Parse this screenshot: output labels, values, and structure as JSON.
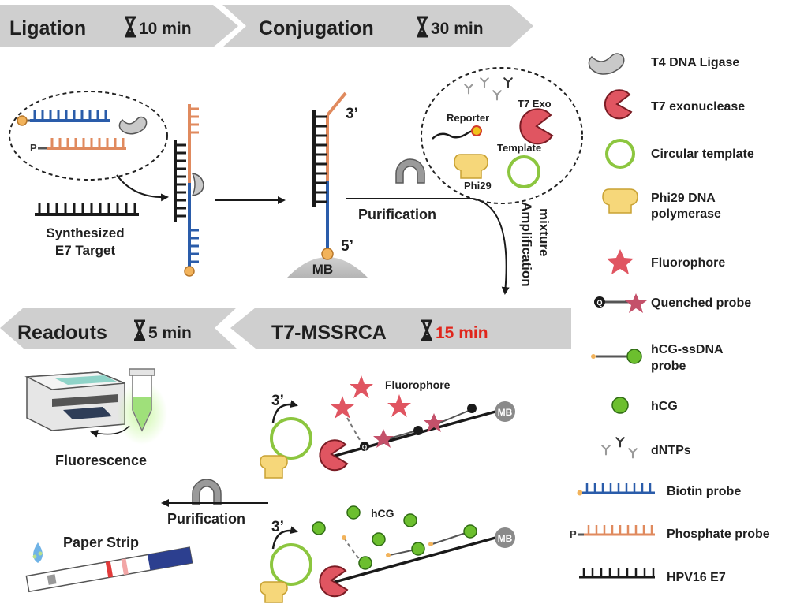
{
  "stages": {
    "ligation": {
      "label": "Ligation",
      "time": "10 min"
    },
    "conjugation": {
      "label": "Conjugation",
      "time": "30 min"
    },
    "readouts": {
      "label": "Readouts",
      "time": "5 min"
    },
    "t7mssrca": {
      "label": "T7-MSSRCA",
      "time": "15 min",
      "time_color": "#e0261c"
    }
  },
  "ligation_panel": {
    "target_line1": "Synthesized",
    "target_line2": "E7 Target",
    "phosphate_p": "P"
  },
  "conjugation_panel": {
    "three_prime": "3’",
    "five_prime": "5’",
    "mb": "MB",
    "purification": "Purification",
    "amplification_line1": "Amplification",
    "amplification_line2": "mixture"
  },
  "mixture": {
    "reporter": "Reporter",
    "t7exo": "T7 Exo",
    "template": "Template",
    "phi29": "Phi29"
  },
  "rca_panel": {
    "fluorophore_label": "Fluorophore",
    "hcg_label": "hCG",
    "three_prime_top": "3’",
    "three_prime_bottom": "3’",
    "mb_top": "MB",
    "mb_bottom": "MB",
    "q": "Q"
  },
  "readout_panel": {
    "fluorescence": "Fluorescence",
    "purification": "Purification",
    "paper_strip": "Paper Strip"
  },
  "legend": [
    {
      "icon": "t4-ligase",
      "text": "T4 DNA Ligase"
    },
    {
      "icon": "t7-exonuclease",
      "text": "T7 exonuclease"
    },
    {
      "icon": "circular-template",
      "text": "Circular template"
    },
    {
      "icon": "phi29-polymerase",
      "text": "Phi29 DNA",
      "text2": "polymerase"
    },
    {
      "icon": "fluorophore",
      "text": "Fluorophore"
    },
    {
      "icon": "quenched-probe",
      "text": "Quenched probe",
      "q": "Q"
    },
    {
      "icon": "hcg-ssdna-probe",
      "text": "hCG-ssDNA",
      "text2": "probe"
    },
    {
      "icon": "hcg",
      "text": "hCG"
    },
    {
      "icon": "dntps",
      "text": "dNTPs"
    },
    {
      "icon": "biotin-probe",
      "text": "Biotin probe"
    },
    {
      "icon": "phosphate-probe",
      "text": "Phosphate probe",
      "p": "P"
    },
    {
      "icon": "hpv16-e7",
      "text": "HPV16 E7"
    }
  ],
  "colors": {
    "blue": "#2a5caa",
    "orange": "#e08a5e",
    "green": "#8cc63f",
    "green_fill": "#6cbf2e",
    "red": "#e05561",
    "yellow": "#f6d77a",
    "gray": "#8a8a8a",
    "banner": "#cfcfcf"
  }
}
